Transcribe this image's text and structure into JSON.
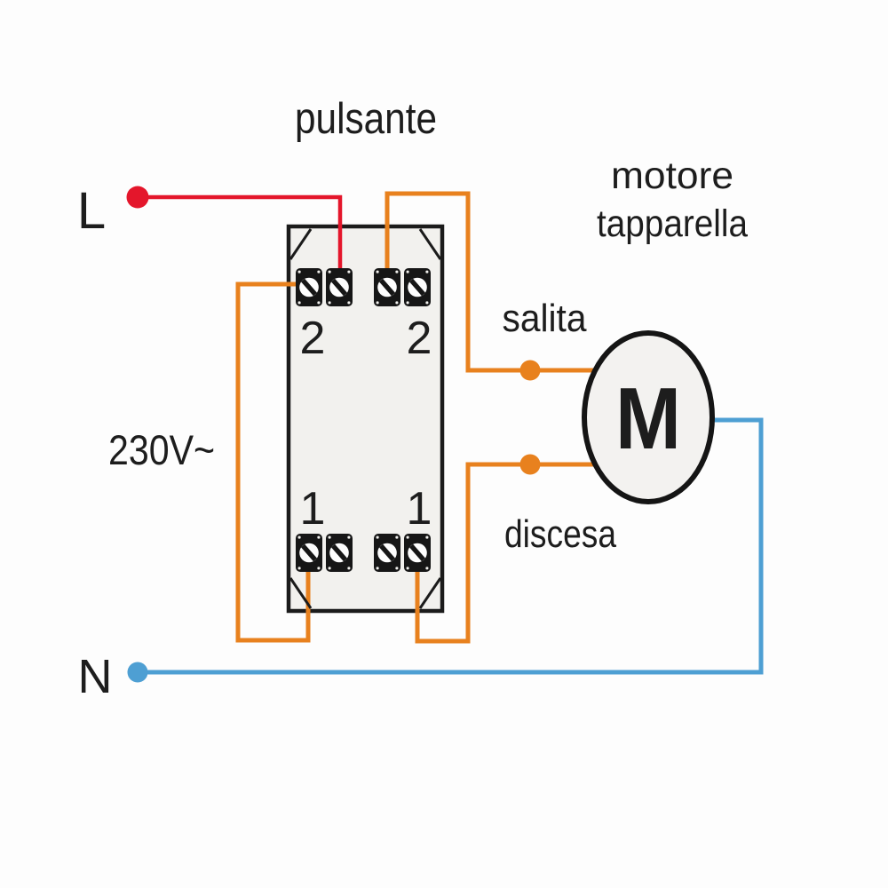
{
  "pushbutton": {
    "title": "pulsante",
    "terminal_numbers": {
      "top_left": "2",
      "top_right": "2",
      "bottom_left": "1",
      "bottom_right": "1"
    }
  },
  "motor": {
    "label_line1": "motore",
    "label_line2": "tapparella",
    "symbol": "M"
  },
  "supply": {
    "phase": "L",
    "neutral": "N",
    "voltage": "230V~"
  },
  "wires": {
    "up_label": "salita",
    "down_label": "discesa"
  },
  "colors": {
    "phase_red": "#e4162b",
    "wire_orange": "#e8811e",
    "neutral_blue": "#4e9fd3",
    "outline": "#1b1b1b",
    "switch_fill": "#f2f1ee",
    "background": "#fdfdfd"
  }
}
